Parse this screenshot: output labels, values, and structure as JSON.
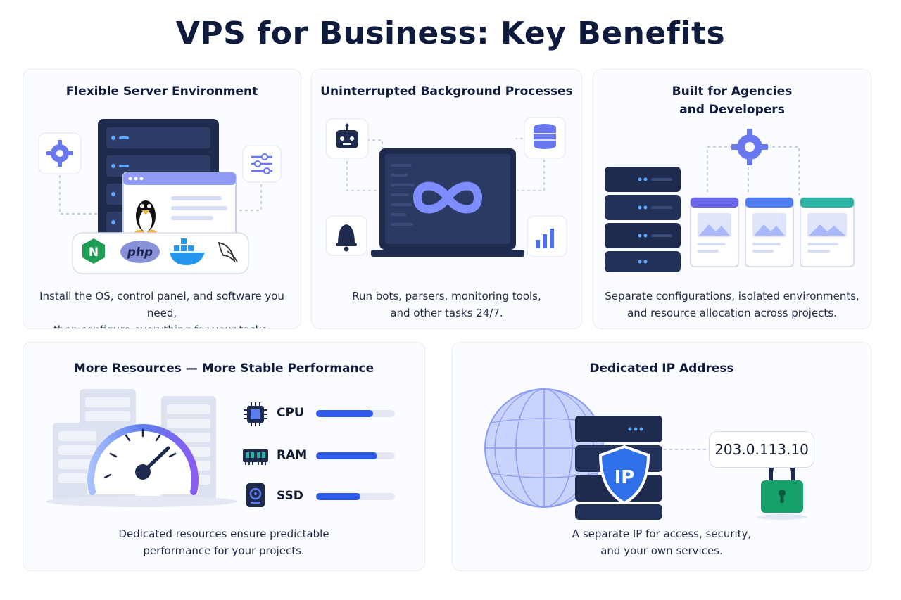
{
  "title": "VPS for Business: Key Benefits",
  "colors": {
    "navy": "#1e2b4f",
    "accent": "#5b6cf0",
    "accent_light": "#a9b8ff",
    "bar": "#2f5bea",
    "bar_track": "#e3e8f4",
    "teal": "#2bb3a3",
    "green": "#16a06a"
  },
  "cards": {
    "flexible": {
      "title": "Flexible Server Environment",
      "desc_line1": "Install the OS, control panel, and software you need,",
      "desc_line2": "then configure everything for your tasks.",
      "icons": [
        "gear-icon",
        "sliders-icon",
        "linux-tux-icon",
        "nginx-logo",
        "php-logo",
        "docker-logo",
        "mysql-dolphin-logo"
      ],
      "php_label": "php",
      "nginx_label": "N"
    },
    "background": {
      "title": "Uninterrupted Background Processes",
      "desc_line1": "Run bots, parsers, monitoring tools,",
      "desc_line2": "and other tasks 24/7.",
      "icons": [
        "robot-icon",
        "database-icon",
        "bell-icon",
        "bar-chart-icon",
        "infinity-icon",
        "laptop-icon"
      ]
    },
    "agencies": {
      "title_line1": "Built for Agencies",
      "title_line2": "and Developers",
      "desc_line1": "Separate configurations, isolated environments,",
      "desc_line2": "and resource allocation across projects.",
      "icons": [
        "gear-icon",
        "server-rack-icon",
        "window-icon"
      ]
    },
    "resources": {
      "title": "More Resources — More Stable Performance",
      "desc_line1": "Dedicated resources ensure predictable",
      "desc_line2": "performance for your projects.",
      "items": [
        {
          "label": "CPU",
          "icon": "cpu-chip-icon",
          "level": 0.72
        },
        {
          "label": "RAM",
          "icon": "ram-module-icon",
          "level": 0.78
        },
        {
          "label": "SSD",
          "icon": "ssd-drive-icon",
          "level": 0.56
        }
      ]
    },
    "ip": {
      "title": "Dedicated IP Address",
      "desc_line1": "A separate IP for access, security,",
      "desc_line2": "and your own services.",
      "ip_value": "203.0.113.10",
      "shield_label": "IP",
      "icons": [
        "globe-icon",
        "server-icon",
        "shield-icon",
        "lock-icon"
      ]
    }
  }
}
